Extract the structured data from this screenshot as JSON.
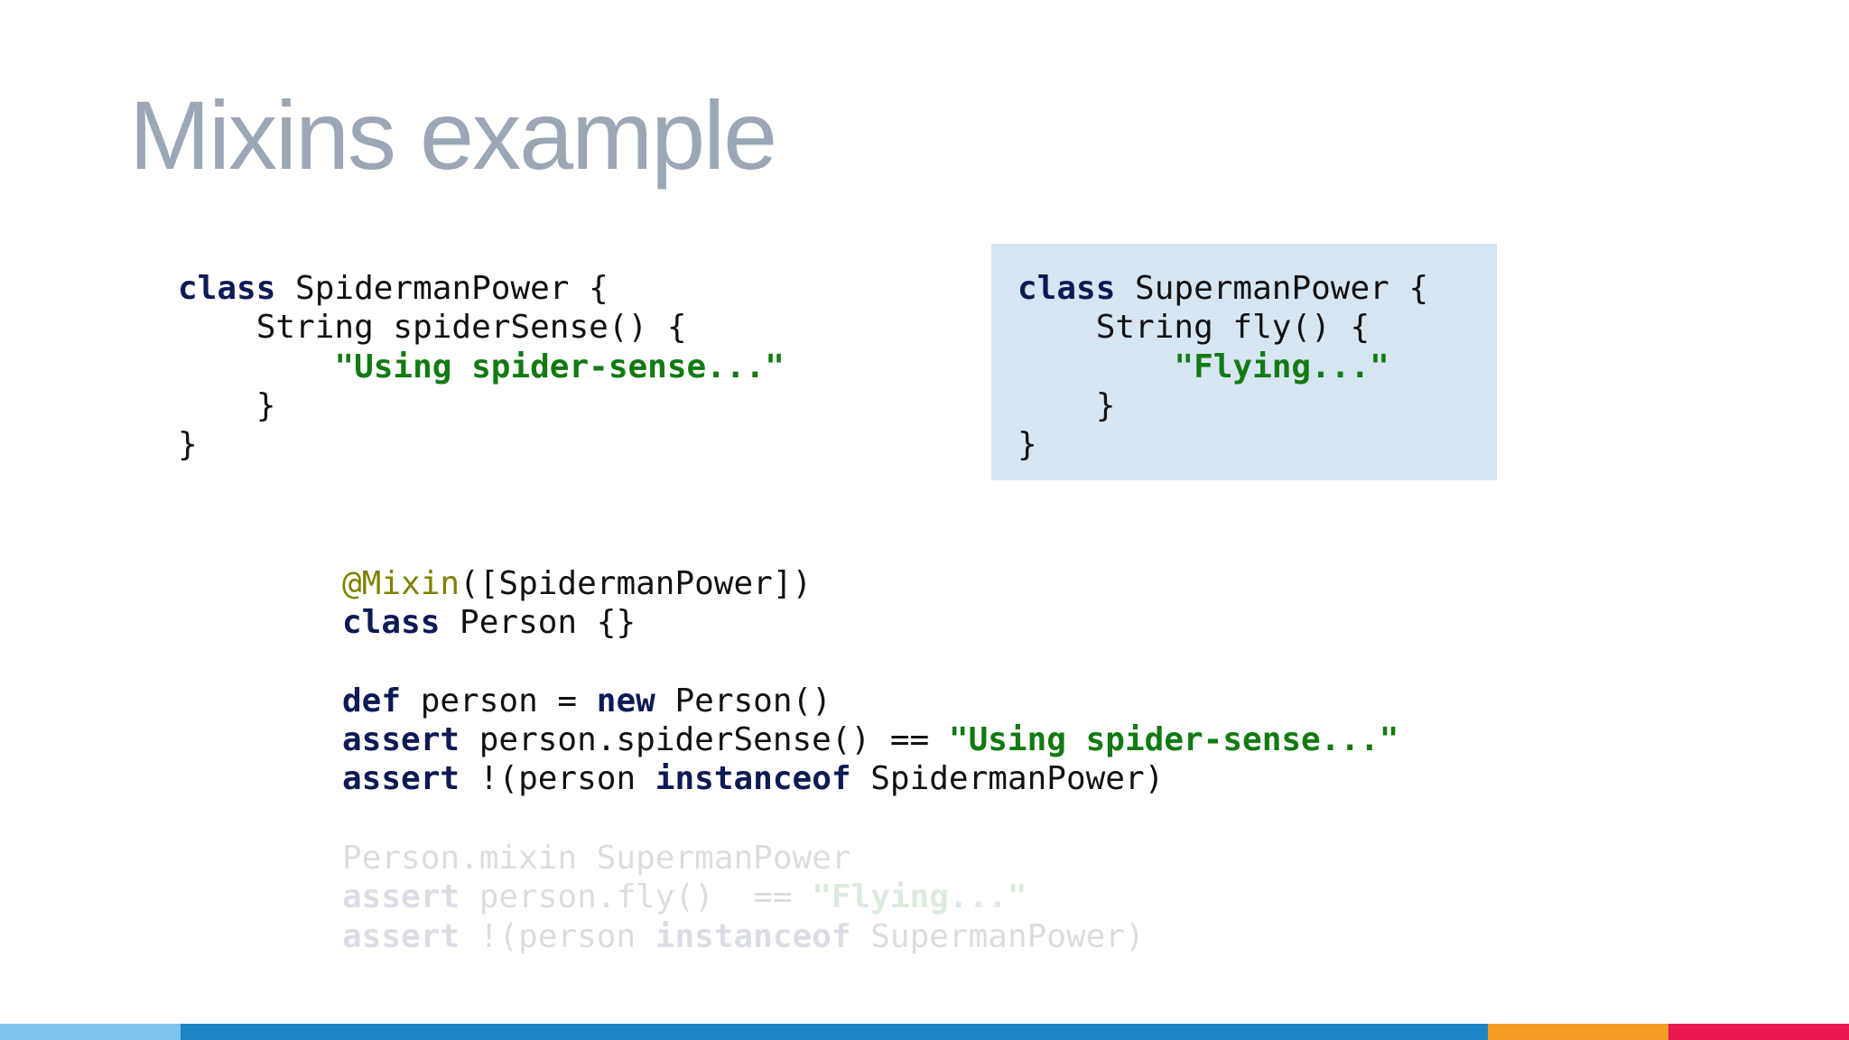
{
  "slide": {
    "title": "Mixins example"
  },
  "code_left": {
    "l1_kw": "class",
    "l1_rest": " SpidermanPower {",
    "l2": "    String spiderSense() {",
    "l3_indent": "        ",
    "l3_str": "\"Using spider-sense...\"",
    "l4": "    }",
    "l5": "}"
  },
  "code_right": {
    "l1_kw": "class",
    "l1_rest": " SupermanPower {",
    "l2": "    String fly() {",
    "l3_indent": "        ",
    "l3_str": "\"Flying...\"",
    "l4": "    }",
    "l5": "}"
  },
  "code_main": {
    "l1_ann": "@Mixin",
    "l1_rest": "([SpidermanPower])",
    "l2_kw": "class",
    "l2_rest": " Person {}",
    "l4_kw1": "def",
    "l4_mid": " person = ",
    "l4_kw2": "new",
    "l4_rest": " Person()",
    "l5_kw": "assert",
    "l5_mid": " person.spiderSense() == ",
    "l5_str": "\"Using spider-sense...\"",
    "l6_kw1": "assert",
    "l6_mid": " !(person ",
    "l6_kw2": "instanceof",
    "l6_rest": " SpidermanPower)"
  },
  "code_faded": {
    "l1": "Person.mixin SupermanPower",
    "l2_kw": "assert",
    "l2_mid": " person.fly()  == ",
    "l2_str": "\"Flying...\"",
    "l3_kw1": "assert",
    "l3_mid": " !(person ",
    "l3_kw2": "instanceof",
    "l3_rest": " SupermanPower)"
  },
  "colors": {
    "title": "#9aa7b6",
    "keyword": "#0c1a55",
    "string": "#117a11",
    "annotation": "#808000",
    "highlight_box": "#d6e5f2",
    "bar_segments": [
      "#7fc4f0",
      "#1f86c6",
      "#f59c24",
      "#e8174f"
    ]
  }
}
